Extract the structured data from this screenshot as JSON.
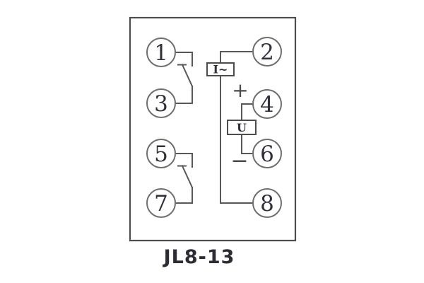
{
  "diagram": {
    "label": "JL8-13",
    "terminals": [
      "1",
      "2",
      "3",
      "4",
      "5",
      "6",
      "7",
      "8"
    ],
    "components": {
      "current_element": "I~",
      "voltage_element": "U"
    },
    "polarity": {
      "positive": "+",
      "negative": "−"
    },
    "colors": {
      "wire": "#58585a",
      "outline": "#4d4d4d",
      "circle_stroke": "#6e6e6e",
      "terminal_text": "#30303b",
      "polarity_text": "#4a4a4a",
      "label_text": "#2c2c34",
      "background": "#ffffff"
    }
  }
}
